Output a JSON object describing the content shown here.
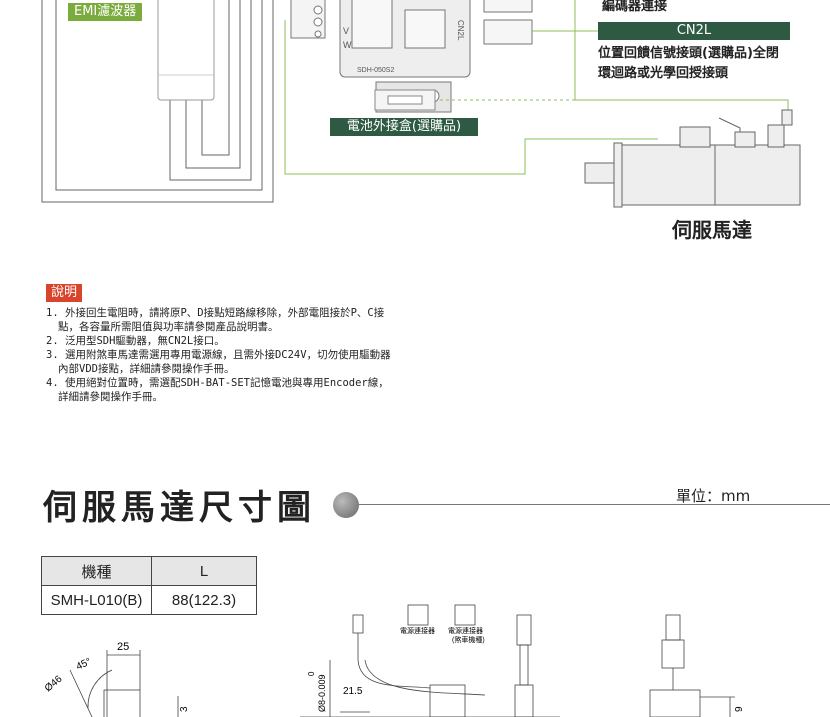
{
  "wiring": {
    "emi_label": "EMI濾波器",
    "encoder_text": "編碼器連接",
    "cn2l_label": "CN2L",
    "cn2l_desc_line1": "位置回饋信號接頭(選購品)全閉",
    "cn2l_desc_line2": "環迴路或光學回授接頭",
    "battery_label": "電池外接盒(選購品)",
    "motor_label": "伺服馬達",
    "driver_model": "SDH-050S2",
    "terminal_labels": [
      "V",
      "W"
    ],
    "driver_connector": "CN2L"
  },
  "notes": {
    "title": "說明",
    "items": [
      "1. 外接回生電阻時，請將原P、D接點短路線移除，外部電阻接於P、C接點，各容量所需阻值與功率請參閱產品說明書。",
      "2. 泛用型SDH驅動器，無CN2L接口。",
      "3. 選用附煞車馬達需選用專用電源線，且需外接DC24V，切勿使用驅動器內部VDD接點，詳細請參閱操作手冊。",
      "4. 使用絕對位置時，需選配SDH-BAT-SET記憶電池與專用Encoder線，詳細請參閱操作手冊。"
    ]
  },
  "dimensions": {
    "title": "伺服馬達尺寸圖",
    "unit": "單位：mm",
    "table": {
      "headers": [
        "機種",
        "L"
      ],
      "rows": [
        [
          "SMH-L010(B)",
          "88(122.3)"
        ]
      ]
    },
    "drawing_labels": {
      "dim_25": "25",
      "angle_45": "45°",
      "dia_46": "Ø46",
      "dim_3": "3",
      "shaft_dia": "Ø8-0.009",
      "shaft_tol": "0",
      "dim_21_5": "21.5",
      "power_connector": "電源連接器",
      "power_connector_brake": "電源連接器",
      "brake_model": "(煞車機種)",
      "dim_9": "9"
    }
  }
}
